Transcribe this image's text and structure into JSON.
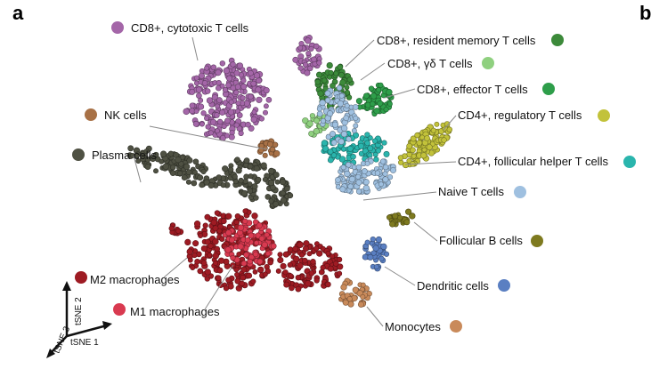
{
  "panel": {
    "letter_a": "a",
    "letter_b": "b"
  },
  "chart_data": {
    "type": "scatter",
    "title": "",
    "axes3d": {
      "dim1": "tSNE 1",
      "dim2": "tSNE 2",
      "dim3": "tSNE 3"
    },
    "legend_placement": "around plot (callout labels)",
    "grid": false,
    "series": [
      {
        "name": "CD8+, cytotoxic T cells",
        "color": "#a466a8",
        "label_side": "left"
      },
      {
        "name": "CD8+, resident memory T cells",
        "color": "#3c8a3a",
        "label_side": "right"
      },
      {
        "name": "CD8+, γδ T cells",
        "color": "#8fd07f",
        "label_side": "right"
      },
      {
        "name": "CD8+, effector T cells",
        "color": "#2e9e4a",
        "label_side": "right"
      },
      {
        "name": "CD4+, regulatory T cells",
        "color": "#c2c23a",
        "label_side": "right"
      },
      {
        "name": "CD4+, follicular helper T cells",
        "color": "#2ab5ad",
        "label_side": "right"
      },
      {
        "name": "NK cells",
        "color": "#a87146",
        "label_side": "left"
      },
      {
        "name": "Plasma cells",
        "color": "#4f5143",
        "label_side": "left"
      },
      {
        "name": "Naive T cells",
        "color": "#9fc0e0",
        "label_side": "right"
      },
      {
        "name": "Follicular B cells",
        "color": "#7e7a1f",
        "label_side": "right"
      },
      {
        "name": "M2 macrophages",
        "color": "#9e1b23",
        "label_side": "left"
      },
      {
        "name": "M1 macrophages",
        "color": "#d93a50",
        "label_side": "left"
      },
      {
        "name": "Dendritic cells",
        "color": "#5a7fc2",
        "label_side": "right"
      },
      {
        "name": "Monocytes",
        "color": "#c98a5a",
        "label_side": "right"
      }
    ]
  }
}
